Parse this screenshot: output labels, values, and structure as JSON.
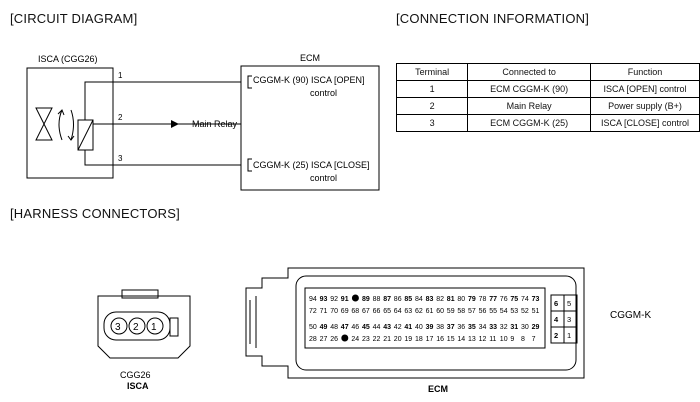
{
  "sections": {
    "circuit": "[CIRCUIT DIAGRAM]",
    "connection": "[CONNECTION INFORMATION]",
    "harness": "[HARNESS CONNECTORS]"
  },
  "circuit": {
    "isca_label": "ISCA (CGG26)",
    "ecm_label": "ECM",
    "pins": [
      "1",
      "2",
      "3"
    ],
    "main_relay": "Main Relay",
    "ecm_pin_open_l1": "CGGM-K (90) ISCA [OPEN]",
    "ecm_pin_open_l2": "control",
    "ecm_pin_close_l1": "CGGM-K (25) ISCA [CLOSE]",
    "ecm_pin_close_l2": "control"
  },
  "connection_table": {
    "headers": [
      "Terminal",
      "Connected to",
      "Function"
    ],
    "rows": [
      [
        "1",
        "ECM CGGM-K (90)",
        "ISCA [OPEN] control"
      ],
      [
        "2",
        "Main Relay",
        "Power supply (B+)"
      ],
      [
        "3",
        "ECM CGGM-K (25)",
        "ISCA [CLOSE] control"
      ]
    ]
  },
  "harness": {
    "isca_code": "CGG26",
    "isca_name": "ISCA",
    "isca_pins": [
      "3",
      "2",
      "1"
    ],
    "ecm_name": "ECM",
    "ecm_connector": "CGGM-K",
    "ecm_row1": [
      "94",
      "93",
      "92",
      "91",
      "●",
      "89",
      "88",
      "87",
      "86",
      "85",
      "84",
      "83",
      "82",
      "81",
      "80",
      "79",
      "78",
      "77",
      "76",
      "75",
      "74",
      "73"
    ],
    "ecm_row2": [
      "72",
      "71",
      "70",
      "69",
      "68",
      "67",
      "66",
      "65",
      "64",
      "63",
      "62",
      "61",
      "60",
      "59",
      "58",
      "57",
      "56",
      "55",
      "54",
      "53",
      "52",
      "51"
    ],
    "ecm_row3": [
      "50",
      "49",
      "48",
      "47",
      "46",
      "45",
      "44",
      "43",
      "42",
      "41",
      "40",
      "39",
      "38",
      "37",
      "36",
      "35",
      "34",
      "33",
      "32",
      "31",
      "30",
      "29"
    ],
    "ecm_row4": [
      "28",
      "27",
      "26",
      "●",
      "24",
      "23",
      "22",
      "21",
      "20",
      "19",
      "18",
      "17",
      "16",
      "15",
      "14",
      "13",
      "12",
      "11",
      "10",
      "9",
      "8",
      "7"
    ],
    "side_pins": [
      [
        "6",
        "5"
      ],
      [
        "4",
        "3"
      ],
      [
        "2",
        "1"
      ]
    ]
  }
}
